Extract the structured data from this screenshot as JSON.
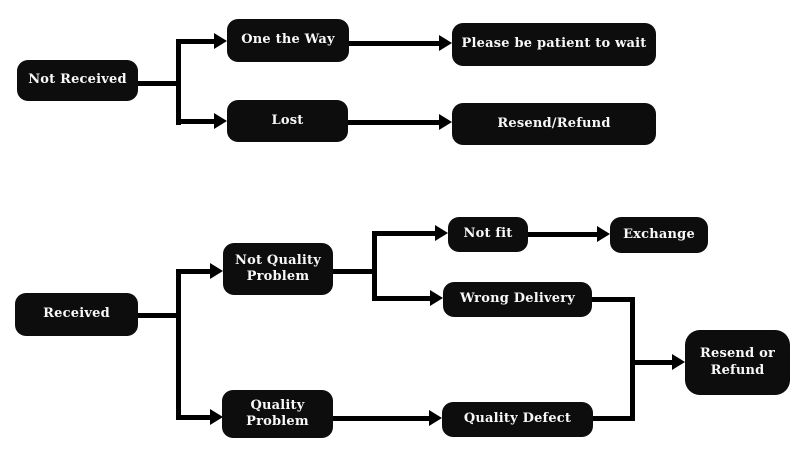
{
  "diagram": {
    "description": "After-sale service decision flowchart",
    "colors": {
      "node_background": "#0d0d0d",
      "node_text": "#f8f8f8",
      "connector": "#000000",
      "page_background": "#ffffff"
    },
    "nodes": {
      "not_received": {
        "label": "Not Received"
      },
      "one_the_way": {
        "label": "One the Way"
      },
      "lost": {
        "label": "Lost"
      },
      "please_be_patient": {
        "label": "Please be patient to wait"
      },
      "resend_refund": {
        "label": "Resend/Refund"
      },
      "received": {
        "label": "Received"
      },
      "not_quality_problem": {
        "label": "Not Quality Problem"
      },
      "quality_problem": {
        "label": "Quality Problem"
      },
      "not_fit": {
        "label": "Not fit"
      },
      "exchange": {
        "label": "Exchange"
      },
      "wrong_delivery": {
        "label": "Wrong Delivery"
      },
      "quality_defect": {
        "label": "Quality Defect"
      },
      "resend_or_refund": {
        "label": "Resend or Refund"
      }
    },
    "edges": [
      {
        "from": "not_received",
        "to": "one_the_way"
      },
      {
        "from": "not_received",
        "to": "lost"
      },
      {
        "from": "one_the_way",
        "to": "please_be_patient"
      },
      {
        "from": "lost",
        "to": "resend_refund"
      },
      {
        "from": "received",
        "to": "not_quality_problem"
      },
      {
        "from": "received",
        "to": "quality_problem"
      },
      {
        "from": "not_quality_problem",
        "to": "not_fit"
      },
      {
        "from": "not_quality_problem",
        "to": "wrong_delivery"
      },
      {
        "from": "not_fit",
        "to": "exchange"
      },
      {
        "from": "quality_problem",
        "to": "quality_defect"
      },
      {
        "from": "wrong_delivery",
        "to": "resend_or_refund"
      },
      {
        "from": "quality_defect",
        "to": "resend_or_refund"
      }
    ]
  }
}
